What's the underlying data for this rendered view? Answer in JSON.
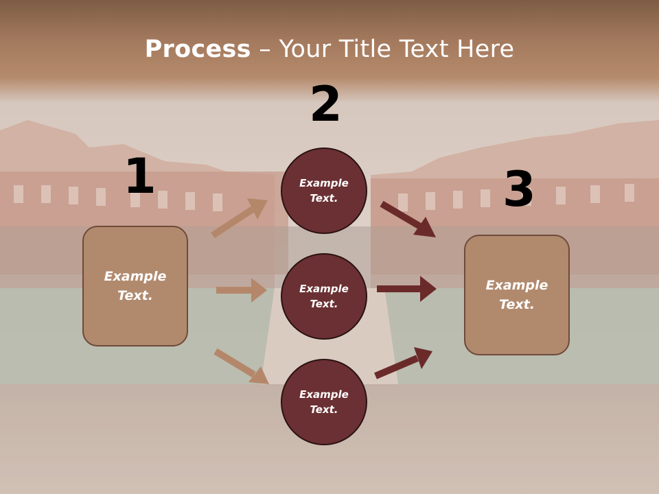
{
  "slide": {
    "title_bold": "Process",
    "title_rest": " – Your Title Text Here",
    "step_numbers": [
      "1",
      "2",
      "3"
    ],
    "left_box_text": "Example\nText.",
    "right_box_text": "Example\nText.",
    "circle_texts": [
      "Example\nText.",
      "Example\nText.",
      "Example\nText."
    ]
  },
  "colors": {
    "box_fill": "#b18a6e",
    "circle_fill": "#6b3033",
    "arrow_light": "#b5876a",
    "arrow_dark": "#6b2a2a"
  }
}
